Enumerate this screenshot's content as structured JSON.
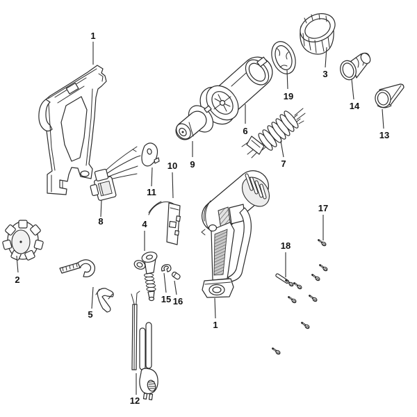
{
  "diagram": {
    "kind": "exploded-parts-diagram",
    "subject": "heat gun",
    "background_color": "#ffffff",
    "line_color": "#2a2a2a",
    "label_color": "#101010"
  },
  "labels": [
    {
      "text": "1",
      "part": "housing-shell-left"
    },
    {
      "text": "2",
      "part": "adjuster-knob"
    },
    {
      "text": "3",
      "part": "nozzle-guard"
    },
    {
      "text": "4",
      "part": "trigger-with-spring"
    },
    {
      "text": "5",
      "part": "cord-clamp-set"
    },
    {
      "text": "6",
      "part": "barrel-tube"
    },
    {
      "text": "7",
      "part": "heating-element"
    },
    {
      "text": "8",
      "part": "power-switch"
    },
    {
      "text": "9",
      "part": "motor-assembly"
    },
    {
      "text": "10",
      "part": "control-board"
    },
    {
      "text": "11",
      "part": "cover-plate"
    },
    {
      "text": "12",
      "part": "power-cord"
    },
    {
      "text": "13",
      "part": "deflector-nozzle"
    },
    {
      "text": "14",
      "part": "reducer-nozzle"
    },
    {
      "text": "15",
      "part": "terminal-clip"
    },
    {
      "text": "16",
      "part": "terminal-clip"
    },
    {
      "text": "17",
      "part": "screw"
    },
    {
      "text": "18",
      "part": "pin-and-screw"
    },
    {
      "text": "19",
      "part": "gasket-ring"
    },
    {
      "text": "1",
      "part": "housing-shell-right"
    }
  ]
}
